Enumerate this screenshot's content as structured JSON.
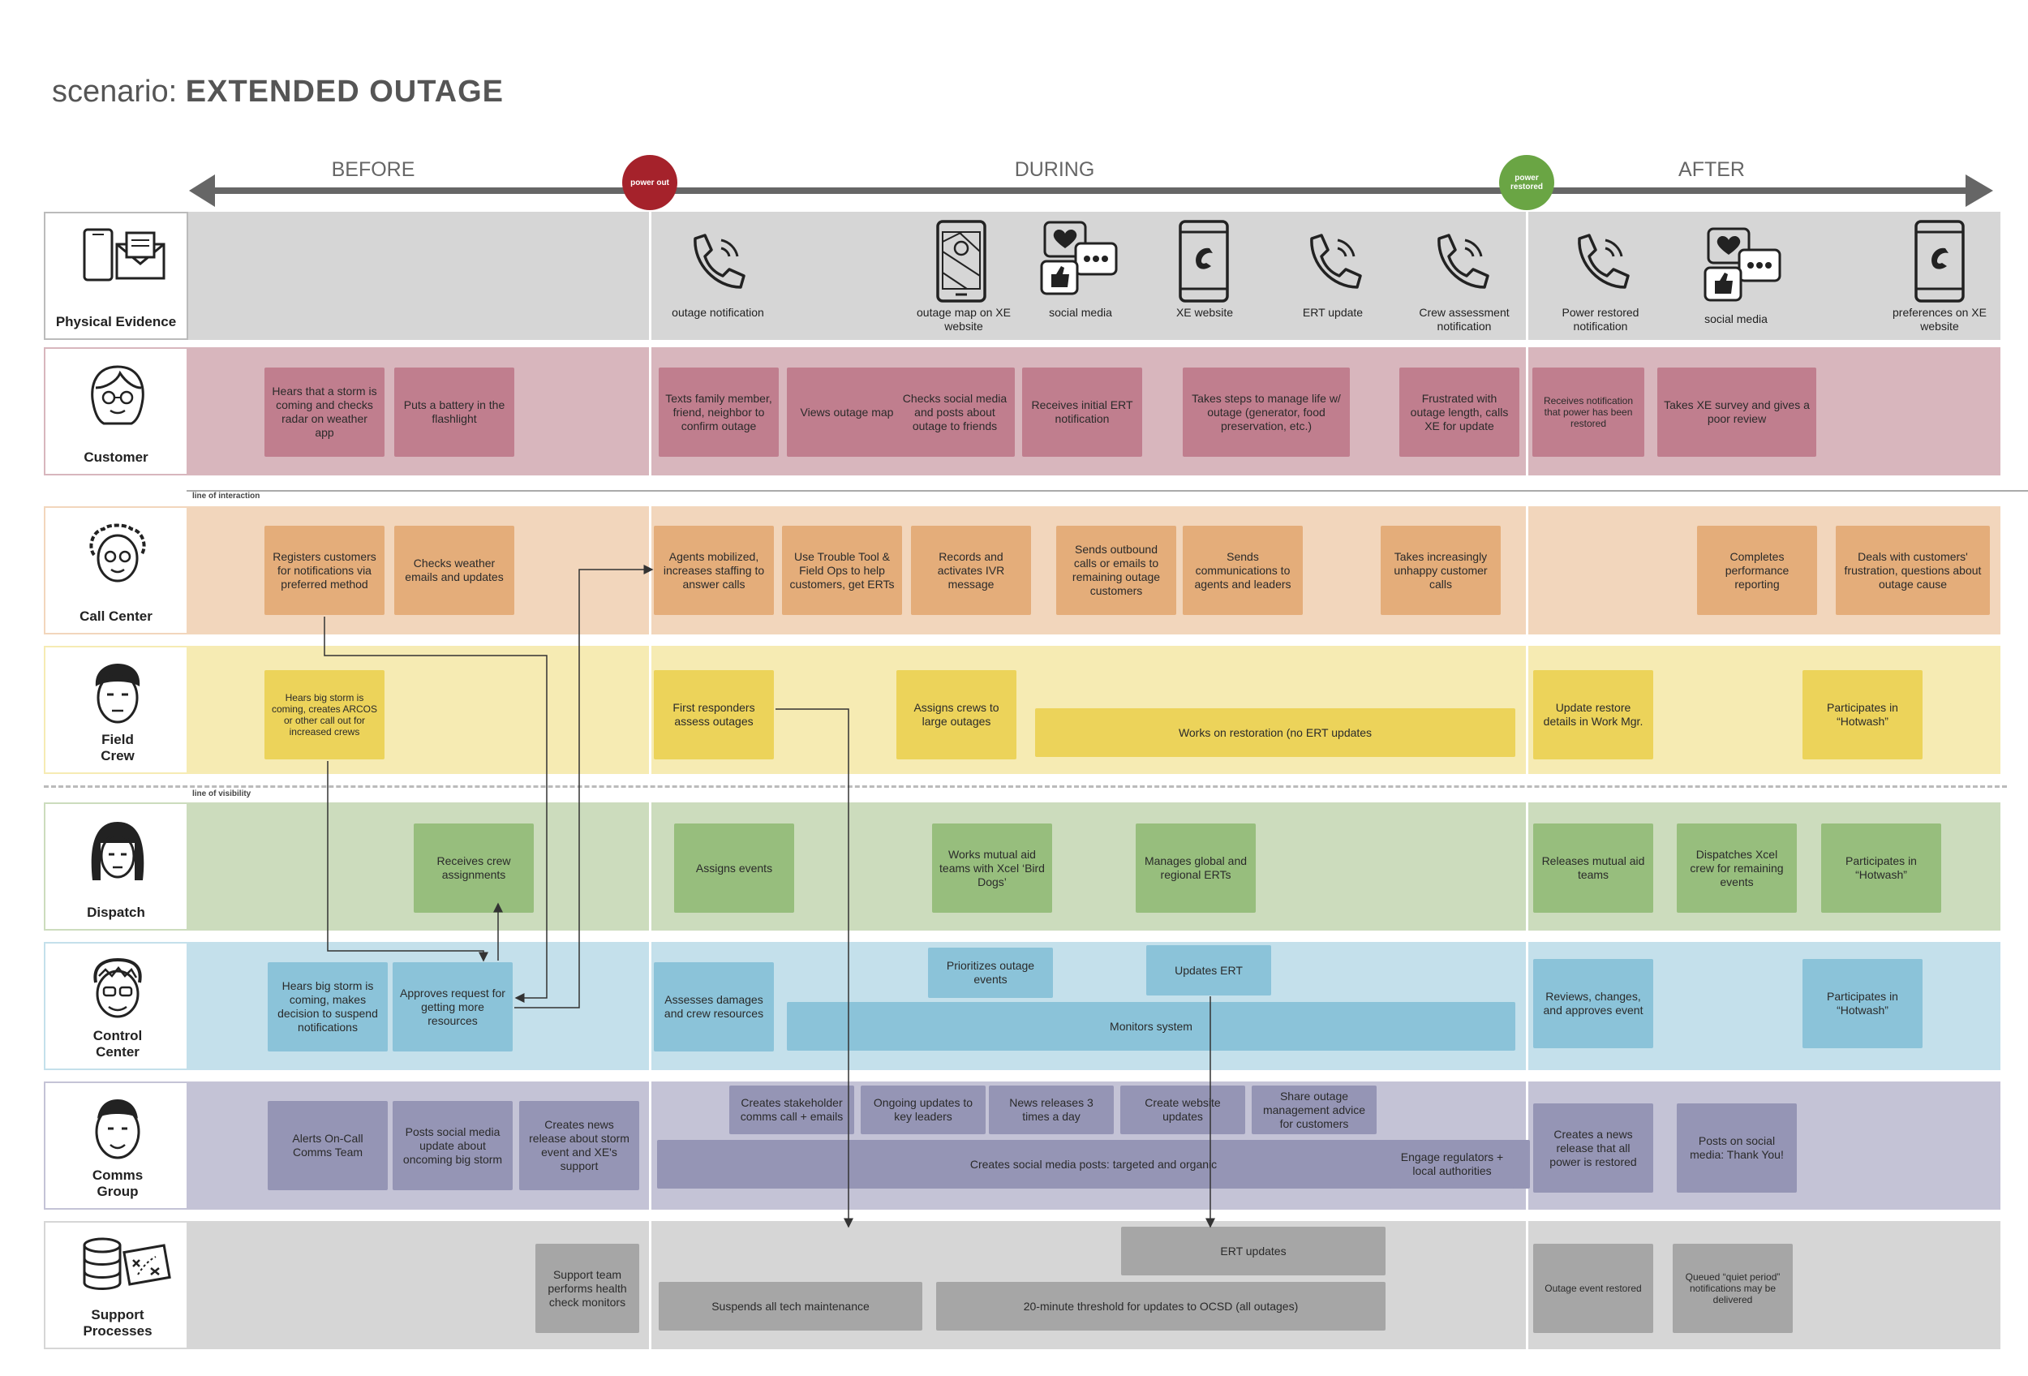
{
  "title": {
    "prefix": "scenario:",
    "name": "EXTENDED OUTAGE"
  },
  "phases": {
    "before": "BEFORE",
    "during": "DURING",
    "after": "AFTER"
  },
  "markers": {
    "power_out": "power out",
    "power_restored": "power restored"
  },
  "colors": {
    "power_out": "#a5222b",
    "power_restored": "#6aa544"
  },
  "dividers": {
    "interaction": "line of interaction",
    "visibility": "line of visibility"
  },
  "lanes": {
    "physical": "Physical Evidence",
    "customer": "Customer",
    "callcenter": "Call Center",
    "fieldcrew": "Field Crew",
    "dispatch": "Dispatch",
    "control": "Control Center",
    "comms": "Comms Group",
    "support": "Support Processes"
  },
  "evidence": [
    {
      "label": "outage notification",
      "icon": "phone-icon"
    },
    {
      "label": "outage map on XE website",
      "icon": "map-phone-icon"
    },
    {
      "label": "social media",
      "icon": "social-media-icon"
    },
    {
      "label": "XE website",
      "icon": "mobile-site-icon"
    },
    {
      "label": "ERT update",
      "icon": "phone-icon"
    },
    {
      "label": "Crew assessment notification",
      "icon": "phone-icon"
    },
    {
      "label": "Power restored notification",
      "icon": "phone-icon"
    },
    {
      "label": "social media",
      "icon": "social-media-icon"
    },
    {
      "label": "preferences on XE website",
      "icon": "mobile-site-icon"
    }
  ],
  "customer": [
    "Hears that a storm is coming and checks radar on weather app",
    "Puts a battery in the flashlight",
    "Texts family member, friend, neighbor to confirm outage",
    "Views outage map",
    "Checks social media and posts about outage to friends",
    "Receives initial ERT notification",
    "Takes steps to manage life w/ outage (generator, food preservation, etc.)",
    "Frustrated with outage length, calls XE for update",
    "Receives notification that power has been restored",
    "Takes XE survey and gives a poor review"
  ],
  "callcenter": [
    "Registers customers for notifications via preferred method",
    "Checks weather emails and updates",
    "Agents mobilized, increases staffing to answer calls",
    "Use Trouble Tool & Field Ops to help customers, get ERTs",
    "Records and activates IVR message",
    "Sends outbound calls or emails to remaining outage customers",
    "Sends communications to agents and leaders",
    "Takes increasingly unhappy customer calls",
    "Completes performance reporting",
    "Deals with customers' frustration, questions about outage cause"
  ],
  "fieldcrew": [
    "Hears big storm is coming, creates ARCOS or other call out for increased crews",
    "First responders assess outages",
    "Assigns crews to large outages",
    "Works on restoration (no ERT updates",
    "Update restore details in Work Mgr.",
    "Participates in “Hotwash”"
  ],
  "dispatch": [
    "Receives crew assignments",
    "Assigns events",
    "Works mutual aid teams with Xcel ‘Bird Dogs’",
    "Manages global and regional ERTs",
    "Releases mutual aid teams",
    "Dispatches Xcel crew for remaining events",
    "Participates in “Hotwash”"
  ],
  "control": [
    "Hears big storm is coming, makes decision to suspend notifications",
    "Approves request for getting more resources",
    "Assesses damages and crew resources",
    "Prioritizes outage events",
    "Updates ERT",
    "Monitors system",
    "Reviews, changes, and approves event",
    "Participates in “Hotwash”"
  ],
  "comms": [
    "Alerts On-Call Comms Team",
    "Posts social media update about oncoming big storm",
    "Creates news release about storm event and XE's support",
    "Creates stakeholder comms call + emails",
    "Ongoing updates to key leaders",
    "News releases 3 times a day",
    "Create website updates",
    "Share outage management advice for customers",
    "Creates social media posts: targeted and organic",
    "Engage regulators + local authorities",
    "Creates a news release that all power is restored",
    "Posts on social media: Thank You!"
  ],
  "support": [
    "Support team performs health check monitors",
    "ERT updates",
    "Suspends all tech maintenance",
    "20-minute threshold for updates to OCSD (all outages)",
    "Outage event restored",
    "Queued “quiet period” notifications may be delivered"
  ]
}
